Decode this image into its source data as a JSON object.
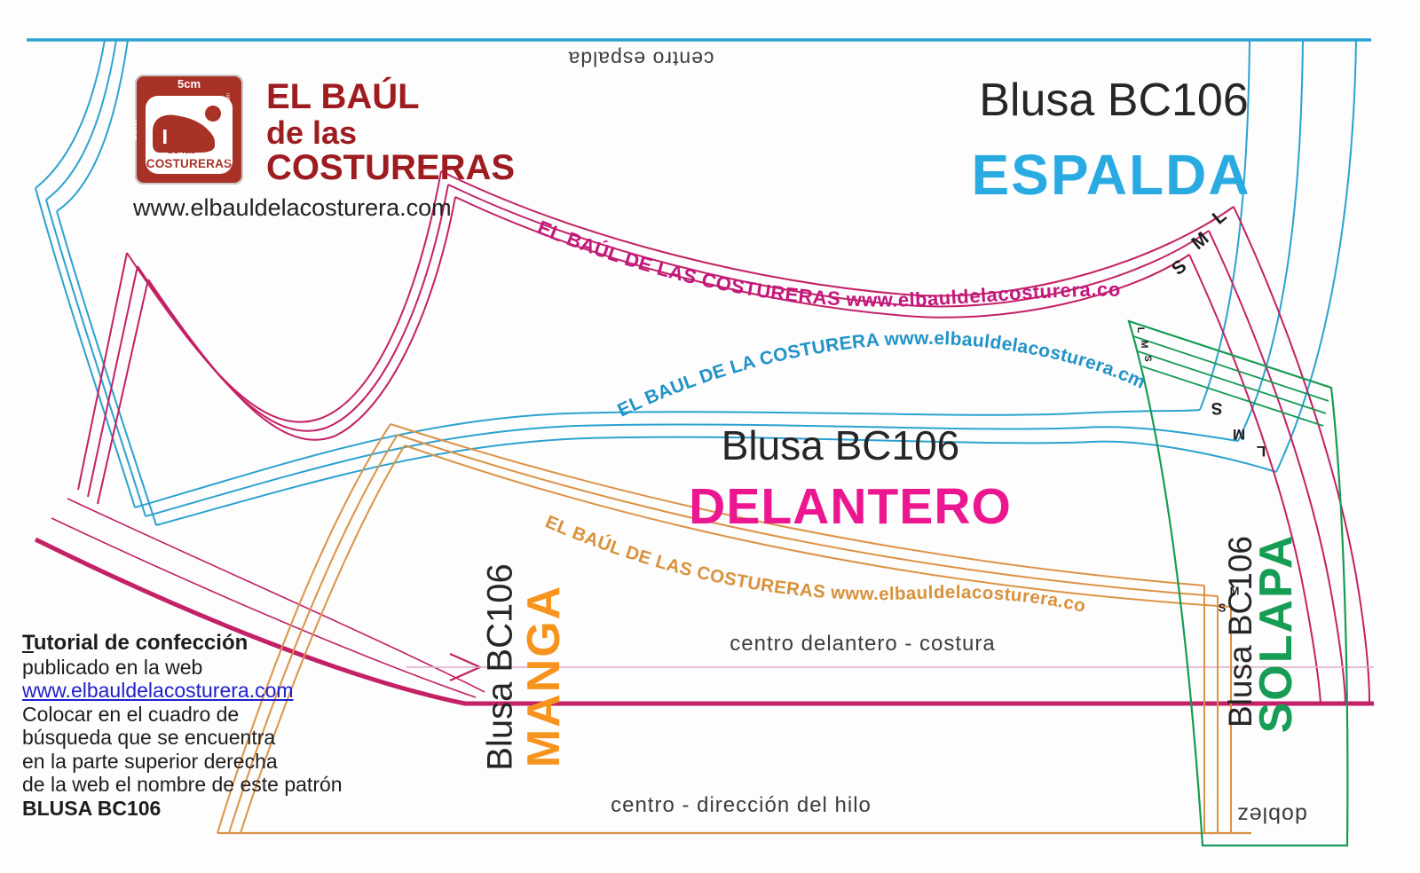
{
  "branding": {
    "logo": {
      "scale_top": "5cm",
      "scale_left": "5cm",
      "name_small": "el baúl de las",
      "name_bold": "COSTURERAS",
      "vertical_url": "www.elbauldelacosturera.com"
    },
    "title_line1": "EL BAÚL",
    "title_line2": "de las",
    "title_line3": "COSTURERAS",
    "website": "www.elbauldelacosturera.com"
  },
  "pieces": {
    "espalda": {
      "product": "Blusa BC106",
      "name": "ESPALDA",
      "color": "#29ABE2",
      "line_color": "#2BA2CF"
    },
    "delantero": {
      "product": "Blusa BC106",
      "name": "DELANTERO",
      "color": "#EC1690",
      "line_color": "#C32066"
    },
    "manga": {
      "product": "Blusa BC106",
      "name": "MANGA",
      "color": "#F7941D",
      "line_color": "#DC9245"
    },
    "solapa": {
      "product": "Blusa BC106",
      "name": "SOLAPA",
      "color": "#169C55",
      "line_color": "#169B55"
    }
  },
  "curved_branding": {
    "magenta": "EL BAÚL DE LAS COSTURERAS  www.elbauldelacosturera.com",
    "blue": "EL BAUL DE LA COSTURERA www.elbauldelacosturera.cm",
    "orange": "EL BAÚL DE LAS COSTURERAS  www.elbauldelacosturera.com"
  },
  "guide_labels": {
    "centro_espalda": "centro espalda",
    "centro_delantero": "centro delantero   -   costura",
    "centro_hilo": "centro   -   dirección del hilo",
    "doblez": "doblez"
  },
  "sizes": {
    "l": "L",
    "m": "M",
    "s": "S"
  },
  "tutorial": {
    "title_initial": "T",
    "title_rest": "utorial de confección",
    "line2": "publicado en la web",
    "link": "www.elbauldelacosturera.com",
    "line4": "Colocar en el cuadro de",
    "line5": "búsqueda que se encuentra",
    "line6": "en la parte superior derecha",
    "line7": "de la web el nombre de este patrón",
    "line8": "BLUSA BC106"
  }
}
